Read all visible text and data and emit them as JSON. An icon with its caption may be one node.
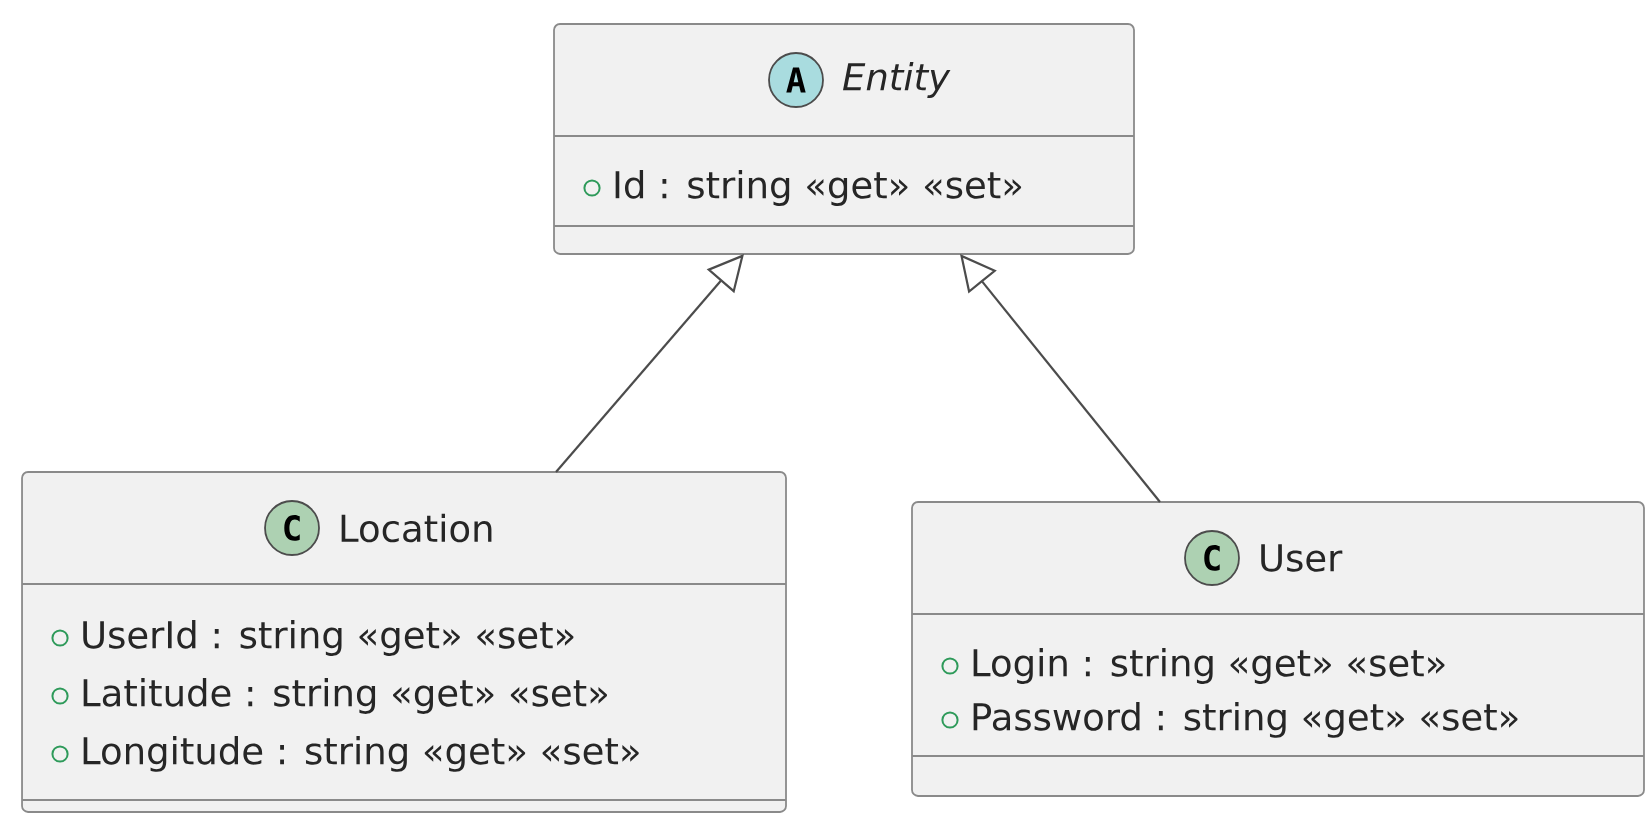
{
  "diagram": {
    "nodes": [
      {
        "text": [
          "A",
          "Entity",
          "Id : string «get» «set»"
        ]
      },
      {
        "text": [
          "C",
          "Location",
          "UserId : string «get» «set»",
          "Latitude : string «get» «set»",
          "Longitude : string «get» «set»"
        ]
      },
      {
        "text": [
          "C",
          "User",
          "Login : string «get» «set»",
          "Password : string «get» «set»"
        ]
      }
    ],
    "edges": [
      {
        "from": 1,
        "to": 0,
        "arrow": "to"
      },
      {
        "from": 2,
        "to": 0,
        "arrow": "to"
      }
    ]
  }
}
